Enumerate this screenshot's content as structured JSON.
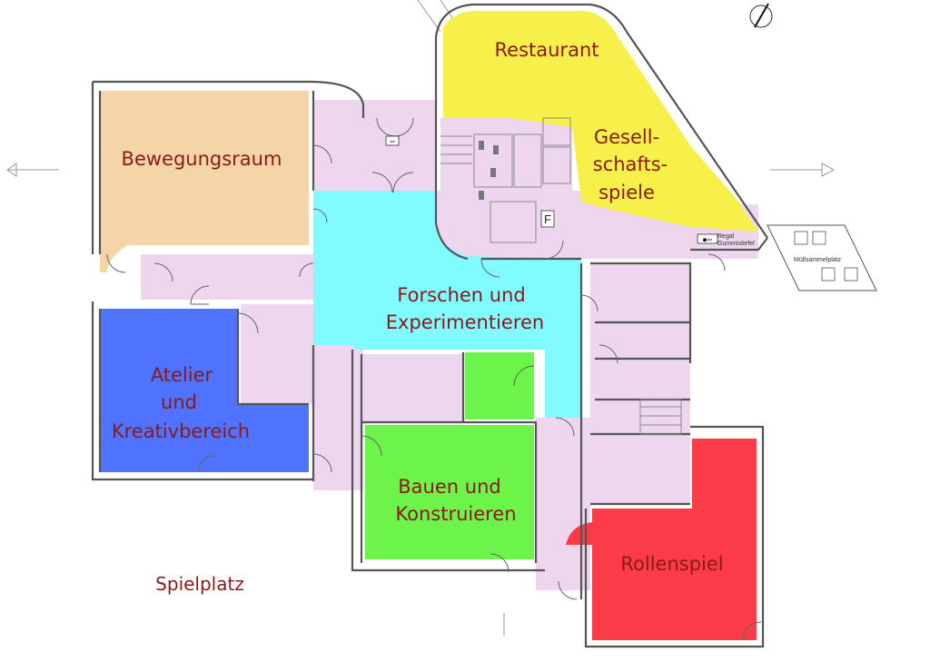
{
  "rooms": {
    "bewegungsraum": {
      "label": "Bewegungsraum",
      "color": "#f5d5a8"
    },
    "restaurant": {
      "label": "Restaurant",
      "color": "#f7f04a"
    },
    "gesellschaftsspiele": {
      "line1": "Gesell-",
      "line2": "schafts-",
      "line3": "spiele",
      "color": "#f7f04a"
    },
    "forschen": {
      "line1": "Forschen und",
      "line2": "Experimentieren",
      "color": "#80fbff"
    },
    "atelier": {
      "line1": "Atelier",
      "line2": "und",
      "line3": "Kreativbereich",
      "color": "#4f72ff"
    },
    "bauen": {
      "line1": "Bauen und",
      "line2": "Konstruieren",
      "color": "#6cf44b"
    },
    "rollenspiel": {
      "label": "Rollenspiel",
      "color": "#fb3c48"
    },
    "corridor": {
      "color": "#eed7ee"
    }
  },
  "outside": {
    "spielplatz": "Spielplatz",
    "muellsammelplatz": "Müllsammelplatz",
    "regal": "Regal",
    "gummistiefel": "Gummistiefel"
  },
  "symbols": {
    "extinguisher": "F"
  }
}
